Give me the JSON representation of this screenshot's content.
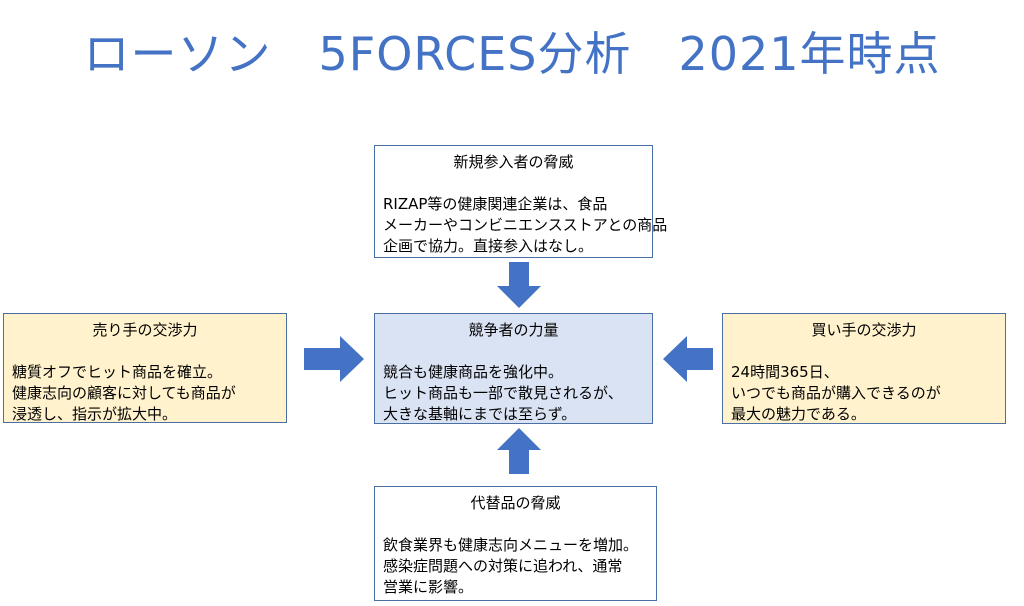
{
  "title": "ローソン　5FORCES分析　2021年時点",
  "colors": {
    "accent": "#4472c4",
    "arrow": "#4472c4",
    "yellow": "#fff2cc",
    "blue": "#dae3f3"
  },
  "boxes": {
    "new_entrants": {
      "title": "新規参入者の脅威",
      "lines": [
        "RIZAP等の健康関連企業は、食品",
        "メーカーやコンビニエンスストアとの商品",
        "企画で協力。直接参入はなし。"
      ]
    },
    "sellers": {
      "title": "売り手の交渉力",
      "lines": [
        "糖質オフでヒット商品を確立。",
        "健康志向の顧客に対しても商品が",
        "浸透し、指示が拡大中。"
      ]
    },
    "competitors": {
      "title": "競争者の力量",
      "lines": [
        "競合も健康商品を強化中。",
        "ヒット商品も一部で散見されるが、",
        "大きな基軸にまでは至らず。"
      ]
    },
    "buyers": {
      "title": "買い手の交渉力",
      "lines": [
        "24時間365日、",
        "いつでも商品が購入できるのが",
        "最大の魅力である。"
      ]
    },
    "substitutes": {
      "title": "代替品の脅威",
      "lines": [
        "飲食業界も健康志向メニューを増加。",
        "感染症問題への対策に追われ、通常",
        "営業に影響。"
      ]
    }
  }
}
